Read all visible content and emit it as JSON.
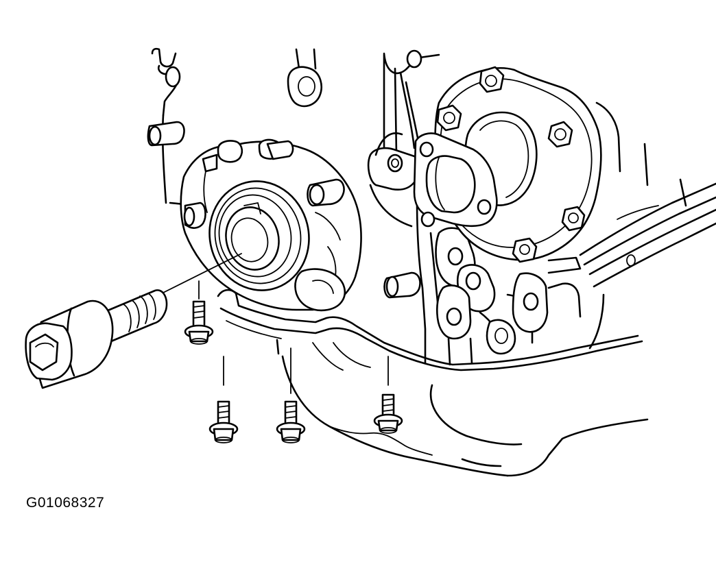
{
  "figure": {
    "id_label": "G01068327",
    "parts": [
      "engine-block",
      "camshaft-seal-housing",
      "oil-seal",
      "seal-installer-tool",
      "mounting-bolts",
      "timing-gear-flange",
      "oil-pan"
    ],
    "line_color": "#000000",
    "background": "#ffffff"
  }
}
